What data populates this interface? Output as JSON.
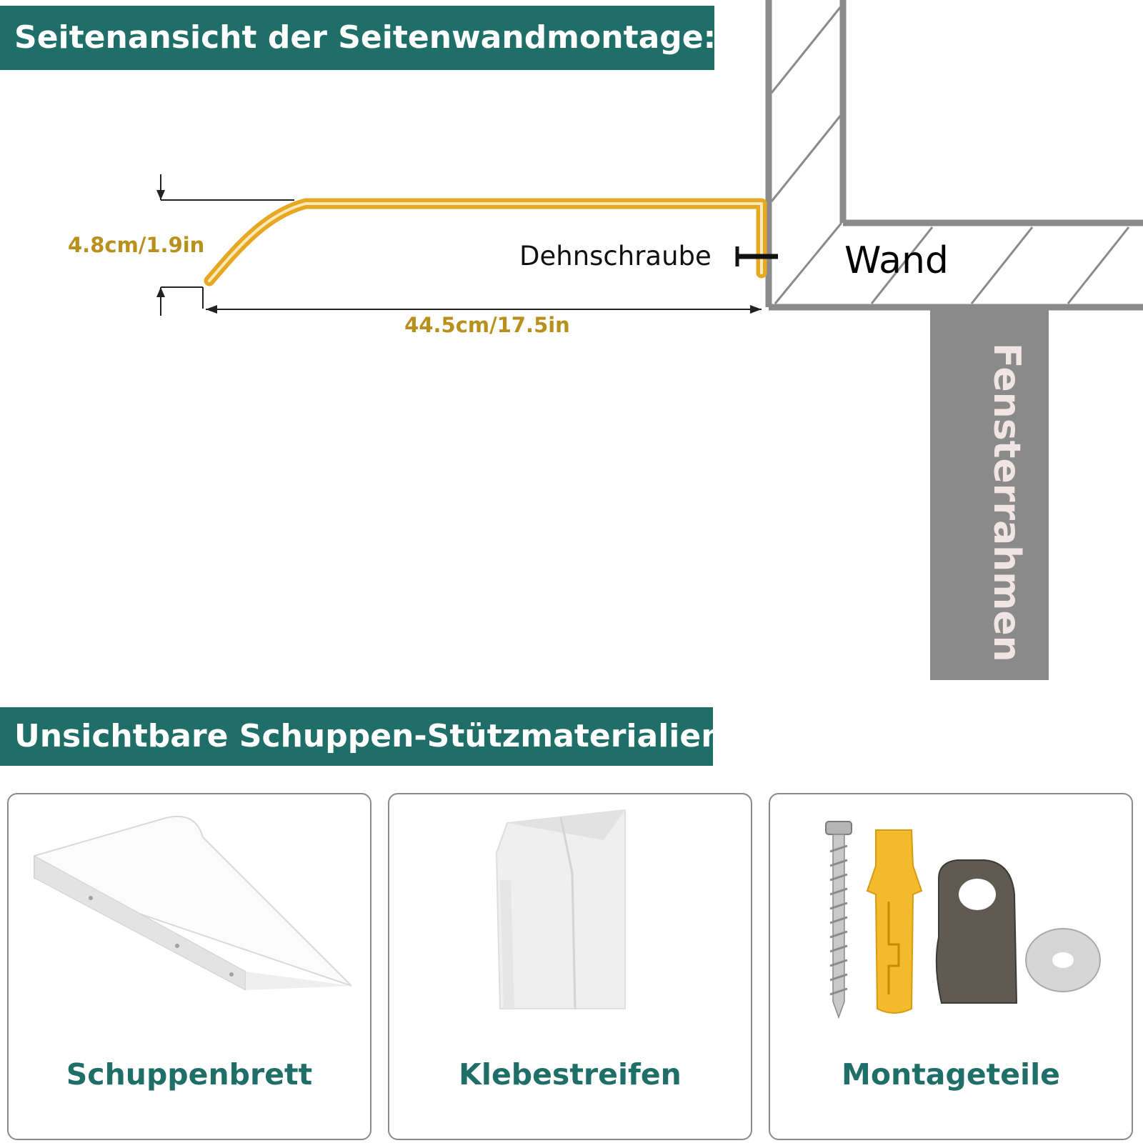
{
  "sections": {
    "side_view_title": "Seitenansicht der Seitenwandmontage:",
    "materials_title": "Unsichtbare Schuppen-Stützmaterialien:"
  },
  "diagram": {
    "height_label": "4.8cm/1.9in",
    "length_label": "44.5cm/17.5in",
    "screw_label": "Dehnschraube",
    "wall_label": "Wand",
    "window_frame_label": "Fensterrahmen"
  },
  "materials": [
    {
      "label": "Schuppenbrett"
    },
    {
      "label": "Klebestreifen"
    },
    {
      "label": "Montageteile"
    }
  ],
  "colors": {
    "banner": "#1f6f68",
    "accent_text": "#1f6f68",
    "dimension_text": "#b8901c",
    "board_outline": "#e6a823",
    "wall_gray": "#8a8a8a",
    "frame_text": "#f1e4e4"
  }
}
